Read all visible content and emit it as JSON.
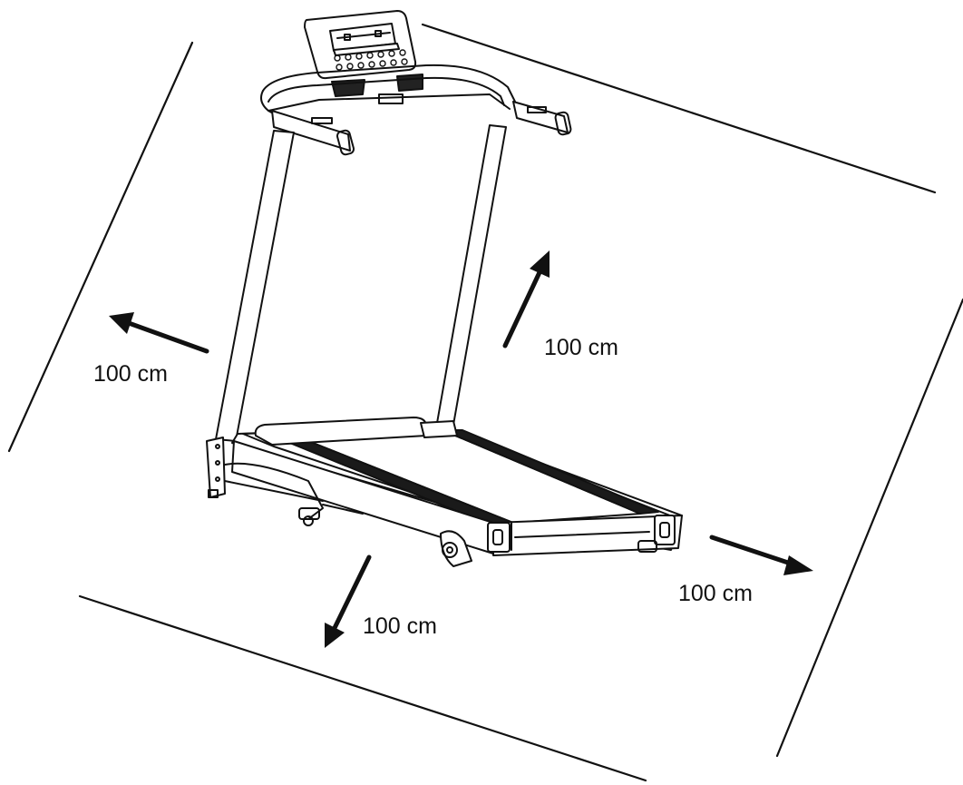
{
  "diagram": {
    "clearances": {
      "left": "100 cm",
      "back": "100 cm",
      "right": "100 cm",
      "front": "100 cm"
    },
    "colors": {
      "line": "#111111",
      "background": "#ffffff"
    }
  }
}
